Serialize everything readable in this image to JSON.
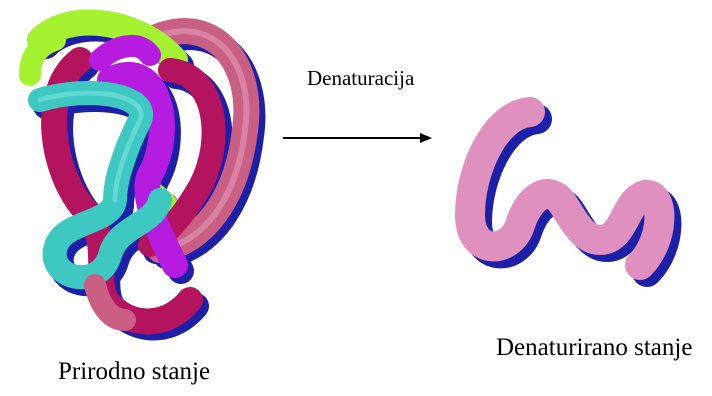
{
  "labels": {
    "native_state": "Prirodno stanje",
    "process": "Denaturacija",
    "denatured_state": "Denaturirano stanje"
  },
  "colors": {
    "shadow": "#1c20a8",
    "pink": "#e090bf",
    "dark_pink": "#c95f82",
    "magenta": "#b4135e",
    "violet": "#b61ce0",
    "lime": "#a5f230",
    "teal": "#3ec8c2",
    "arrow": "#000000"
  }
}
